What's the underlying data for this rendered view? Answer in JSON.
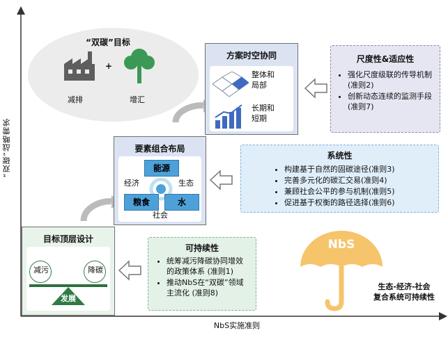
{
  "axes": {
    "y_label": "“双碳”战略需求",
    "x_label": "NbS实施准则"
  },
  "goal": {
    "title": "“双碳”目标",
    "left": "减排",
    "plus": "+",
    "right": "增汇"
  },
  "spatial": {
    "title": "方案时空协同",
    "item1": "整体和\n局部",
    "item2": "长期和\n短期"
  },
  "scale": {
    "title": "尺度性&适应性",
    "bullets": [
      "强化尺度级联的传导机制(准则2)",
      "创新动态连续的监测手段(准则7)"
    ]
  },
  "layout": {
    "title": "要素组合布局",
    "cells": {
      "energy": "能源",
      "grain": "粮食",
      "water": "水"
    },
    "ring": {
      "left": "经济",
      "right": "生态",
      "bottom": "社会"
    }
  },
  "systemic": {
    "title": "系统性",
    "bullets": [
      "构建基于自然的固碳途径(准则3)",
      "完善多元化的碳汇交易(准则4)",
      "兼顾社会公平的参与机制(准则5)",
      "促进基于权衡的路径选择(准则6)"
    ]
  },
  "toplevel": {
    "title": "目标顶层设计",
    "left": "减污",
    "right": "降碳",
    "base": "发展"
  },
  "sustain": {
    "title": "可持续性",
    "bullets": [
      "统筹减污降碳协同增效的政策体系 (准则1)",
      "推动NbS在“双碳”领域主流化 (准则8)"
    ]
  },
  "umbrella": {
    "label": "NbS",
    "caption": "生态-经济-社会\n复合系统可持续性"
  },
  "colors": {
    "blue_box": "#dbe3f3",
    "lavender_dash": "#e6e6f3",
    "light_blue_dash": "#e0eef9",
    "green_dash": "#e4f1e7",
    "green_box": "#e8f3ea",
    "umbrella": "#f6c46b",
    "cell_blue": "#4ea1d8"
  }
}
